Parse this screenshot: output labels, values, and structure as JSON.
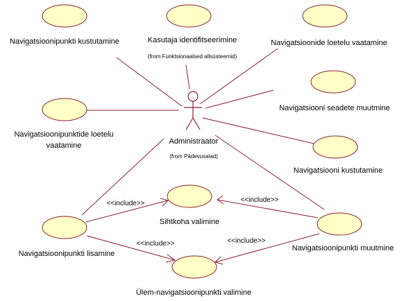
{
  "diagram": {
    "actor": {
      "name": "Administraator",
      "from": "(from Pädevusalad)"
    },
    "use_cases": [
      {
        "id": "uc1",
        "lines": [
          "Navigatsioonipunkti kustutamine"
        ]
      },
      {
        "id": "uc2",
        "lines": [
          "Kasutaja identifitseerimine"
        ],
        "from": "(from Funktsionaalsed allsüsteemid)"
      },
      {
        "id": "uc3",
        "lines": [
          "Navigatsioonide loetelu vaatamine"
        ]
      },
      {
        "id": "uc4",
        "lines": [
          "Navigatsiooni seadete muutmine"
        ]
      },
      {
        "id": "uc5",
        "lines": [
          "Navigatsioonipunktide loetelu",
          "vaatamine"
        ]
      },
      {
        "id": "uc6",
        "lines": [
          "Navigatsiooni kustutamine"
        ]
      },
      {
        "id": "uc7",
        "lines": [
          "Sihtkoha valimine"
        ]
      },
      {
        "id": "uc8",
        "lines": [
          "Navigatsioonipunkti lisamine"
        ]
      },
      {
        "id": "uc9",
        "lines": [
          "Navigatsioonipunkti muutmine"
        ]
      },
      {
        "id": "uc10",
        "lines": [
          "Ülem-navigatsioonipunkti valimine"
        ]
      }
    ],
    "include_label": "<<include>>",
    "relations": [
      {
        "from": "actor",
        "to": "uc1",
        "type": "association"
      },
      {
        "from": "actor",
        "to": "uc2",
        "type": "association"
      },
      {
        "from": "actor",
        "to": "uc3",
        "type": "association"
      },
      {
        "from": "actor",
        "to": "uc4",
        "type": "association"
      },
      {
        "from": "actor",
        "to": "uc5",
        "type": "association"
      },
      {
        "from": "actor",
        "to": "uc6",
        "type": "association"
      },
      {
        "from": "actor",
        "to": "uc8",
        "type": "association"
      },
      {
        "from": "actor",
        "to": "uc9",
        "type": "association"
      },
      {
        "from": "uc8",
        "to": "uc7",
        "type": "include"
      },
      {
        "from": "uc9",
        "to": "uc7",
        "type": "include"
      },
      {
        "from": "uc8",
        "to": "uc10",
        "type": "include"
      },
      {
        "from": "uc9",
        "to": "uc10",
        "type": "include"
      }
    ],
    "colors": {
      "use_case_fill": "#ffffc6",
      "line": "#8a2030",
      "text": "#000000"
    }
  }
}
